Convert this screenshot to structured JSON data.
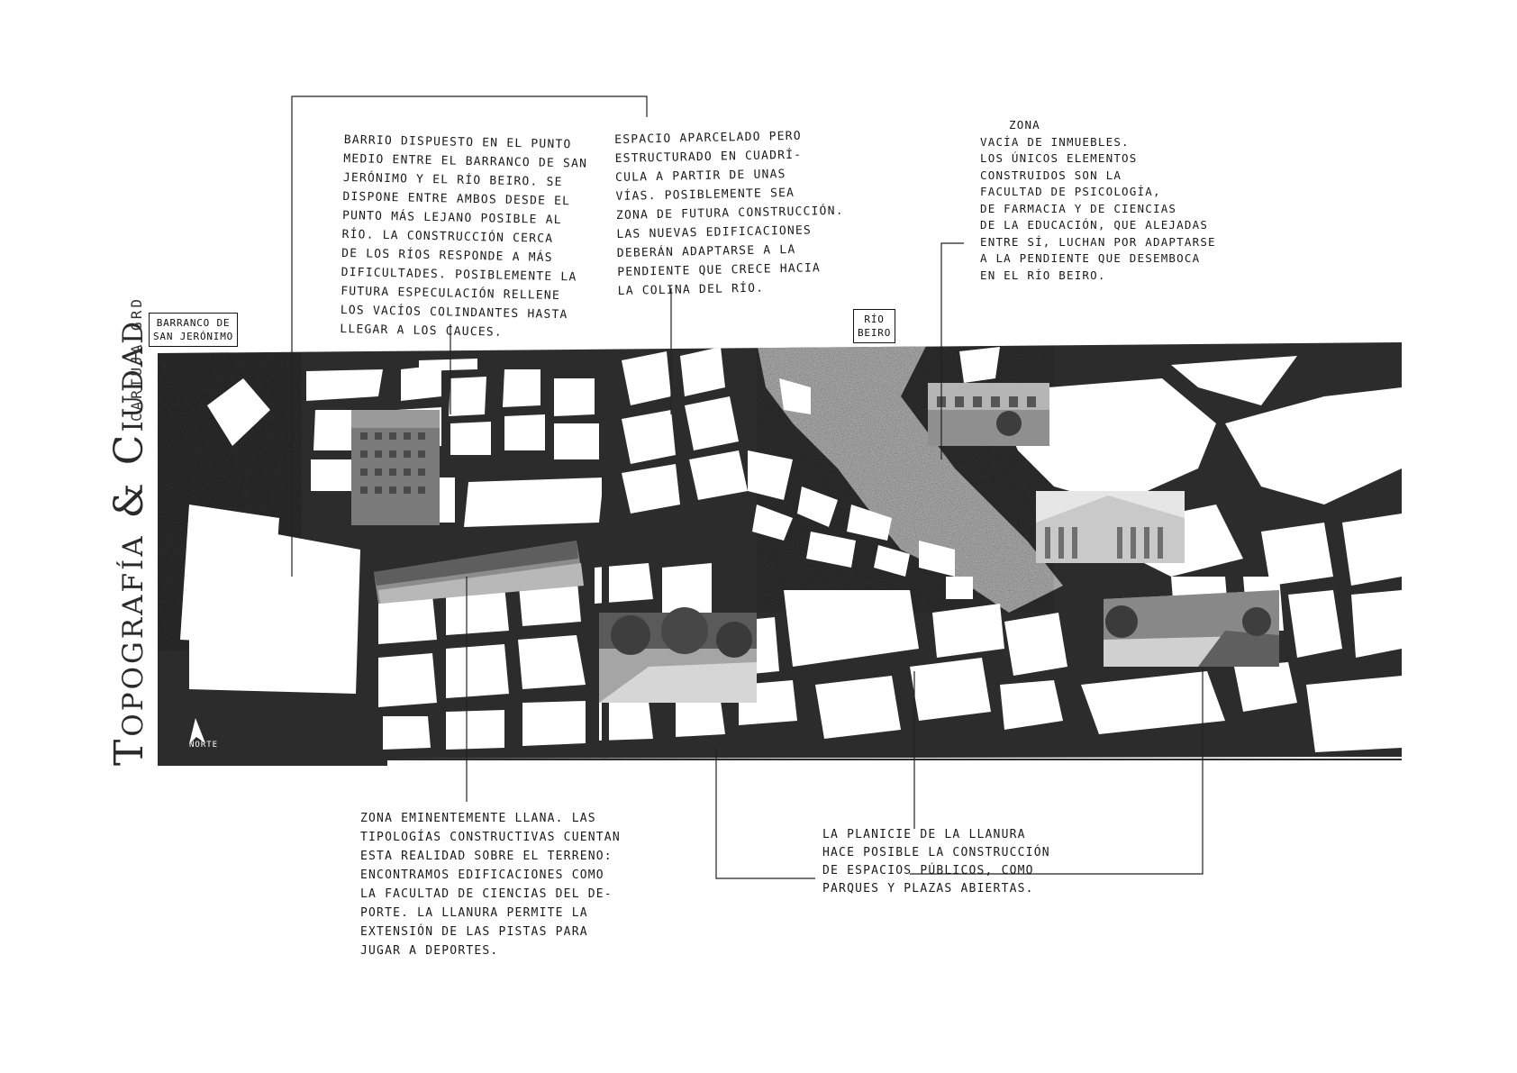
{
  "title": {
    "main": "Topografía & Ciudad",
    "sub": "Cartuja GRD"
  },
  "labels": {
    "barranco": [
      "Barranco de",
      "San Jerónimo"
    ],
    "rio": [
      "Río",
      "Beiro"
    ],
    "north": "NORTE"
  },
  "notes": {
    "barrio": [
      "Barrio dispuesto en el punto",
      "medio entre el barranco de San",
      "Jerónimo y el Río Beiro. Se",
      "dispone entre ambos desde el",
      "punto más lejano posible al",
      "Río. La construcción cerca",
      "de los ríos responde a más",
      "dificultades. Posiblemente la",
      "futura especulación rellene",
      "los vacíos colindantes hasta",
      "llegar a los cauces."
    ],
    "espacio": [
      "Espacio aparcelado pero",
      "estructurado en cuadrí-",
      "cula a partir de unas",
      "vías. Posiblemente sea",
      "zona de futura construcción.",
      "Las nuevas edificaciones",
      "deberán adaptarse a la",
      "pendiente que crece hacia",
      "la colina del río."
    ],
    "zona_vacia": [
      "Zona",
      "vacía de inmuebles.",
      "Los únicos elementos",
      "construidos son la",
      "Facultad de Psicología,",
      "de Farmacia y de Ciencias",
      "de la Educación, que alejadas",
      "entre sí, luchan por adaptarse",
      "a la pendiente que desemboca",
      "en el Río Beiro."
    ],
    "llana": [
      "Zona eminentemente llana. Las",
      "tipologías constructivas cuentan",
      "esta realidad sobre el terreno:",
      "encontramos edificaciones como",
      "la Facultad de Ciencias del De-",
      "porte. La llanura permite la",
      "extensión de las pistas para",
      "jugar a deportes."
    ],
    "planicie": [
      "La planicie de la llanura",
      "hace posible la construcción",
      "de espacios públicos, como",
      "parques y plazas abiertas."
    ]
  },
  "colors": {
    "street": "#2c2c2c",
    "block": "#ffffff",
    "ink": "#111111",
    "photo_dark": "#555555",
    "photo_light": "#bdbdbd"
  }
}
